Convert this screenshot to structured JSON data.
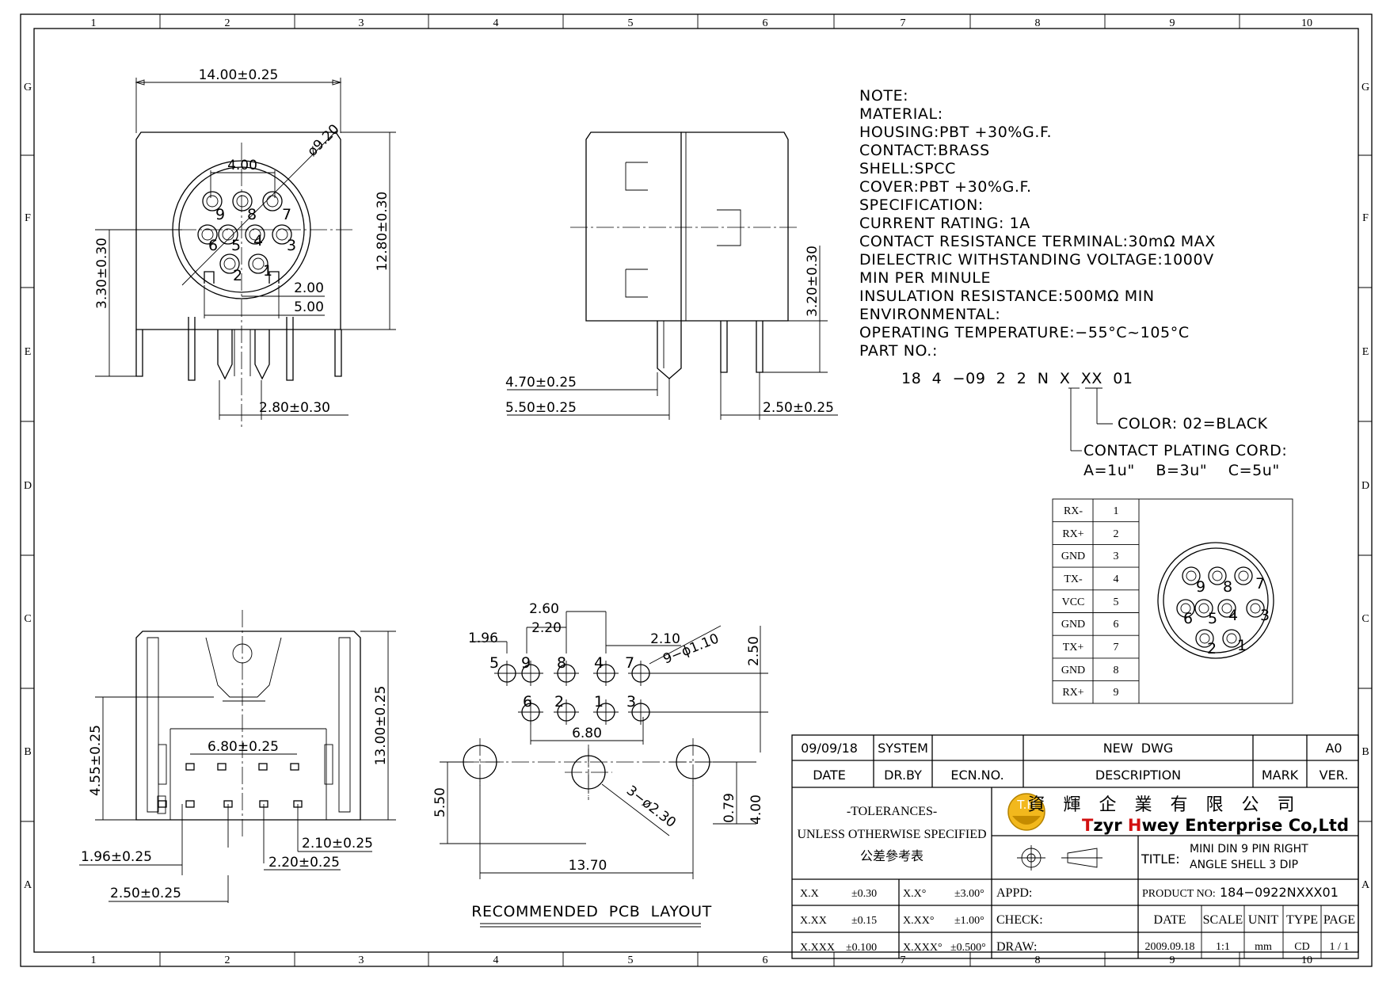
{
  "frame": {
    "columns": [
      "1",
      "2",
      "3",
      "4",
      "5",
      "6",
      "7",
      "8",
      "9",
      "10"
    ],
    "rows": [
      "G",
      "F",
      "E",
      "D",
      "C",
      "B",
      "A"
    ]
  },
  "front_view": {
    "dims": {
      "width": "14.00±0.25",
      "height": "12.80±0.30",
      "diameter": "ø9.20",
      "pin_span": "4.00",
      "left_height": "3.30±0.30",
      "offset_a": "2.00",
      "offset_b": "5.00",
      "bottom_span": "2.80±0.30"
    },
    "pin_labels": [
      "9",
      "8",
      "7",
      "6",
      "5",
      "4",
      "3",
      "2",
      "1"
    ]
  },
  "side_view": {
    "dims": {
      "pin_height": "3.20±0.30",
      "left_a": "4.70±0.25",
      "left_b": "5.50±0.25",
      "right": "2.50±0.25"
    }
  },
  "notes": {
    "lines": [
      "NOTE:",
      "MATERIAL:",
      "HOUSING:PBT  +30%G.F.",
      "CONTACT:BRASS",
      "SHELL:SPCC",
      "COVER:PBT  +30%G.F.",
      "SPECIFICATION:",
      "CURRENT  RATING:  1A",
      "CONTACT  RESISTANCE  TERMINAL:30mΩ  MAX",
      "DIELECTRIC  WITHSTANDING  VOLTAGE:1000V",
      "MIN  PER  MINULE",
      "INSULATION  RESISTANCE:500MΩ  MIN",
      "ENVIRONMENTAL:",
      "OPERATING  TEMPERATURE:−55°C~105°C",
      "PART  NO.:"
    ],
    "part_code": "18  4  −09  2  2  N  X  XX  01",
    "color_note": "COLOR:  02=BLACK",
    "plating_note": "CONTACT  PLATING  CORD:",
    "plating_values": "A=1u\"    B=3u\"    C=5u\""
  },
  "pin_table": {
    "rows": [
      {
        "signal": "RX-",
        "pin": "1"
      },
      {
        "signal": "RX+",
        "pin": "2"
      },
      {
        "signal": "GND",
        "pin": "3"
      },
      {
        "signal": "TX-",
        "pin": "4"
      },
      {
        "signal": "VCC",
        "pin": "5"
      },
      {
        "signal": "GND",
        "pin": "6"
      },
      {
        "signal": "TX+",
        "pin": "7"
      },
      {
        "signal": "GND",
        "pin": "8"
      },
      {
        "signal": "RX+",
        "pin": "9"
      }
    ],
    "pin_labels": [
      "9",
      "8",
      "7",
      "6",
      "5",
      "4",
      "3",
      "2",
      "1"
    ]
  },
  "bottom_view": {
    "dims": {
      "top_span": "6.80±0.25",
      "left_height": "4.55±0.25",
      "right_height": "13.00±0.25",
      "a": "1.96±0.25",
      "b": "2.10±0.25",
      "c": "2.20±0.25",
      "d": "2.50±0.25"
    }
  },
  "pcb_layout": {
    "dims": {
      "d1": "2.60",
      "d2": "2.20",
      "d3": "1.96",
      "d4": "2.10",
      "holes": "9−ϕ1.10",
      "d5": "2.50",
      "span": "6.80",
      "mount_holes": "3−ø2.30",
      "d6": "5.50",
      "d7": "0.79",
      "d8": "4.00",
      "width": "13.70"
    },
    "pin_labels": [
      "5",
      "9",
      "8",
      "4",
      "7",
      "6",
      "2",
      "1",
      "3"
    ],
    "title": "RECOMMENDED  PCB  LAYOUT"
  },
  "title_block": {
    "date": "09/09/18",
    "system": "SYSTEM",
    "new_dwg": "NEW  DWG",
    "a0": "A0",
    "date_label": "DATE",
    "drby_label": "DR.BY",
    "ecn_label": "ECN.NO.",
    "desc_label": "DESCRIPTION",
    "mark_label": "MARK",
    "ver_label": "VER.",
    "tol_title": "-TOLERANCES-",
    "tol_sub": "UNLESS OTHERWISE SPECIFIED",
    "tol_cn": "公差參考表",
    "company_logo": "T.H",
    "company_cn": "資 輝 企 業 有 限 公 司",
    "company_en_t": "T",
    "company_en_mid": "zyr ",
    "company_en_h": "H",
    "company_en_rest": "wey Enterprise Co,Ltd",
    "title_label": "TITLE:",
    "title_1": "MINI DIN  9 PIN RIGHT",
    "title_2": "ANGLE SHELL 3 DIP",
    "tol_rows": [
      [
        "X.X",
        "±0.30",
        "X.X°",
        "±3.00°"
      ],
      [
        "X.XX",
        "±0.15",
        "X.XX°",
        "±1.00°"
      ],
      [
        "X.XXX",
        "±0.100",
        "X.XXX°",
        "±0.500°"
      ]
    ],
    "appd": "APPD:",
    "check": "CHECK:",
    "draw": "DRAW:",
    "product_label": "PRODUCT NO:",
    "product_no": "184−0922NXXX01",
    "hdr_date": "DATE",
    "hdr_scale": "SCALE",
    "hdr_unit": "UNIT",
    "hdr_type": "TYPE",
    "hdr_page": "PAGE",
    "val_date": "2009.09.18",
    "val_scale": "1:1",
    "val_unit": "mm",
    "val_type": "CD",
    "val_page": "1 / 1"
  }
}
